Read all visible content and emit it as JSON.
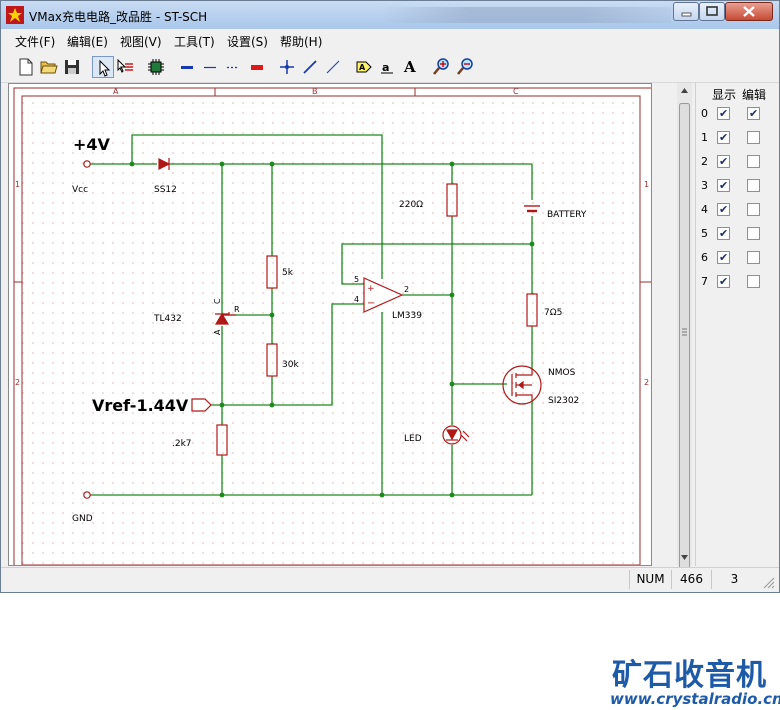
{
  "window": {
    "title": "VMax充电电路_改品胜 - ST-SCH"
  },
  "menu": [
    "文件(F)",
    "编辑(E)",
    "视图(V)",
    "工具(T)",
    "设置(S)",
    "帮助(H)"
  ],
  "toolbar": {
    "text_tool_glyph": "A"
  },
  "layer_panel": {
    "show_header": "显示",
    "edit_header": "编辑",
    "layers": [
      {
        "num": "0",
        "show": true,
        "edit": true
      },
      {
        "num": "1",
        "show": true,
        "edit": false
      },
      {
        "num": "2",
        "show": true,
        "edit": false
      },
      {
        "num": "3",
        "show": true,
        "edit": false
      },
      {
        "num": "4",
        "show": true,
        "edit": false
      },
      {
        "num": "5",
        "show": true,
        "edit": false
      },
      {
        "num": "6",
        "show": true,
        "edit": false
      },
      {
        "num": "7",
        "show": true,
        "edit": false
      }
    ]
  },
  "status": {
    "num": "NUM",
    "x": "466",
    "y": "3"
  },
  "schematic": {
    "column_labels": [
      "A",
      "B",
      "C"
    ],
    "row_labels": [
      "1",
      "2"
    ],
    "labels": {
      "vplus": "+4V",
      "vcc": "Vcc",
      "diode": "SS12",
      "r220": "220Ω",
      "battery": "BATTERY",
      "r5k": "5k",
      "r30k": "30k",
      "tl432": "TL432",
      "pin_c": "C",
      "pin_r": "R",
      "pin_a": "A",
      "pin5": "5",
      "pin4": "4",
      "pin2": "2",
      "lm339": "LM339",
      "r7": "7Ω5",
      "nmos": "NMOS",
      "si2302": "SI2302",
      "vref": "Vref-1.44V",
      "r2k7": ".2k7",
      "led": "LED",
      "gnd": "GND"
    }
  },
  "watermark": {
    "cn": "矿石收音机",
    "url": "www.crystalradio.cn"
  }
}
